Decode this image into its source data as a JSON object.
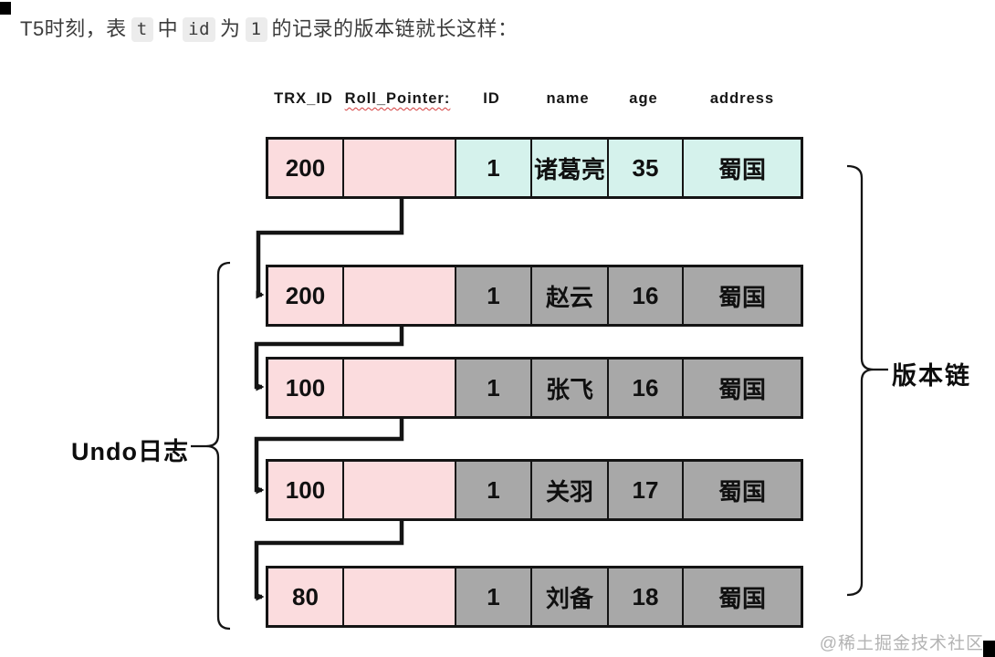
{
  "theme": {
    "pink": "#fbdcde",
    "teal": "#d5f2ec",
    "gray": "#a8a8a8",
    "line": "#141414",
    "code_bg": "#ececec",
    "watermark_color": "#b3b3b3"
  },
  "title": {
    "part1": "T5时刻，表",
    "code1": "t",
    "part2": "中",
    "code2": "id",
    "part3": "为",
    "code3": "1",
    "part4": "的记录的版本链就长这样："
  },
  "table": {
    "headers": [
      "TRX_ID",
      "Roll_Pointer:",
      "ID",
      "name",
      "age",
      "address"
    ],
    "rows": [
      {
        "kind": "current-record",
        "values": [
          "200",
          "",
          "1",
          "诸葛亮",
          "35",
          "蜀国"
        ]
      },
      {
        "kind": "undo-log",
        "values": [
          "200",
          "",
          "1",
          "赵云",
          "16",
          "蜀国"
        ]
      },
      {
        "kind": "undo-log",
        "values": [
          "100",
          "",
          "1",
          "张飞",
          "16",
          "蜀国"
        ]
      },
      {
        "kind": "undo-log",
        "values": [
          "100",
          "",
          "1",
          "关羽",
          "17",
          "蜀国"
        ]
      },
      {
        "kind": "undo-log",
        "values": [
          "80",
          "",
          "1",
          "刘备",
          "18",
          "蜀国"
        ]
      }
    ]
  },
  "labels": {
    "undo_log": "Undo日志",
    "version_chain": "版本链"
  },
  "watermark": "@稀土掘金技术社区"
}
